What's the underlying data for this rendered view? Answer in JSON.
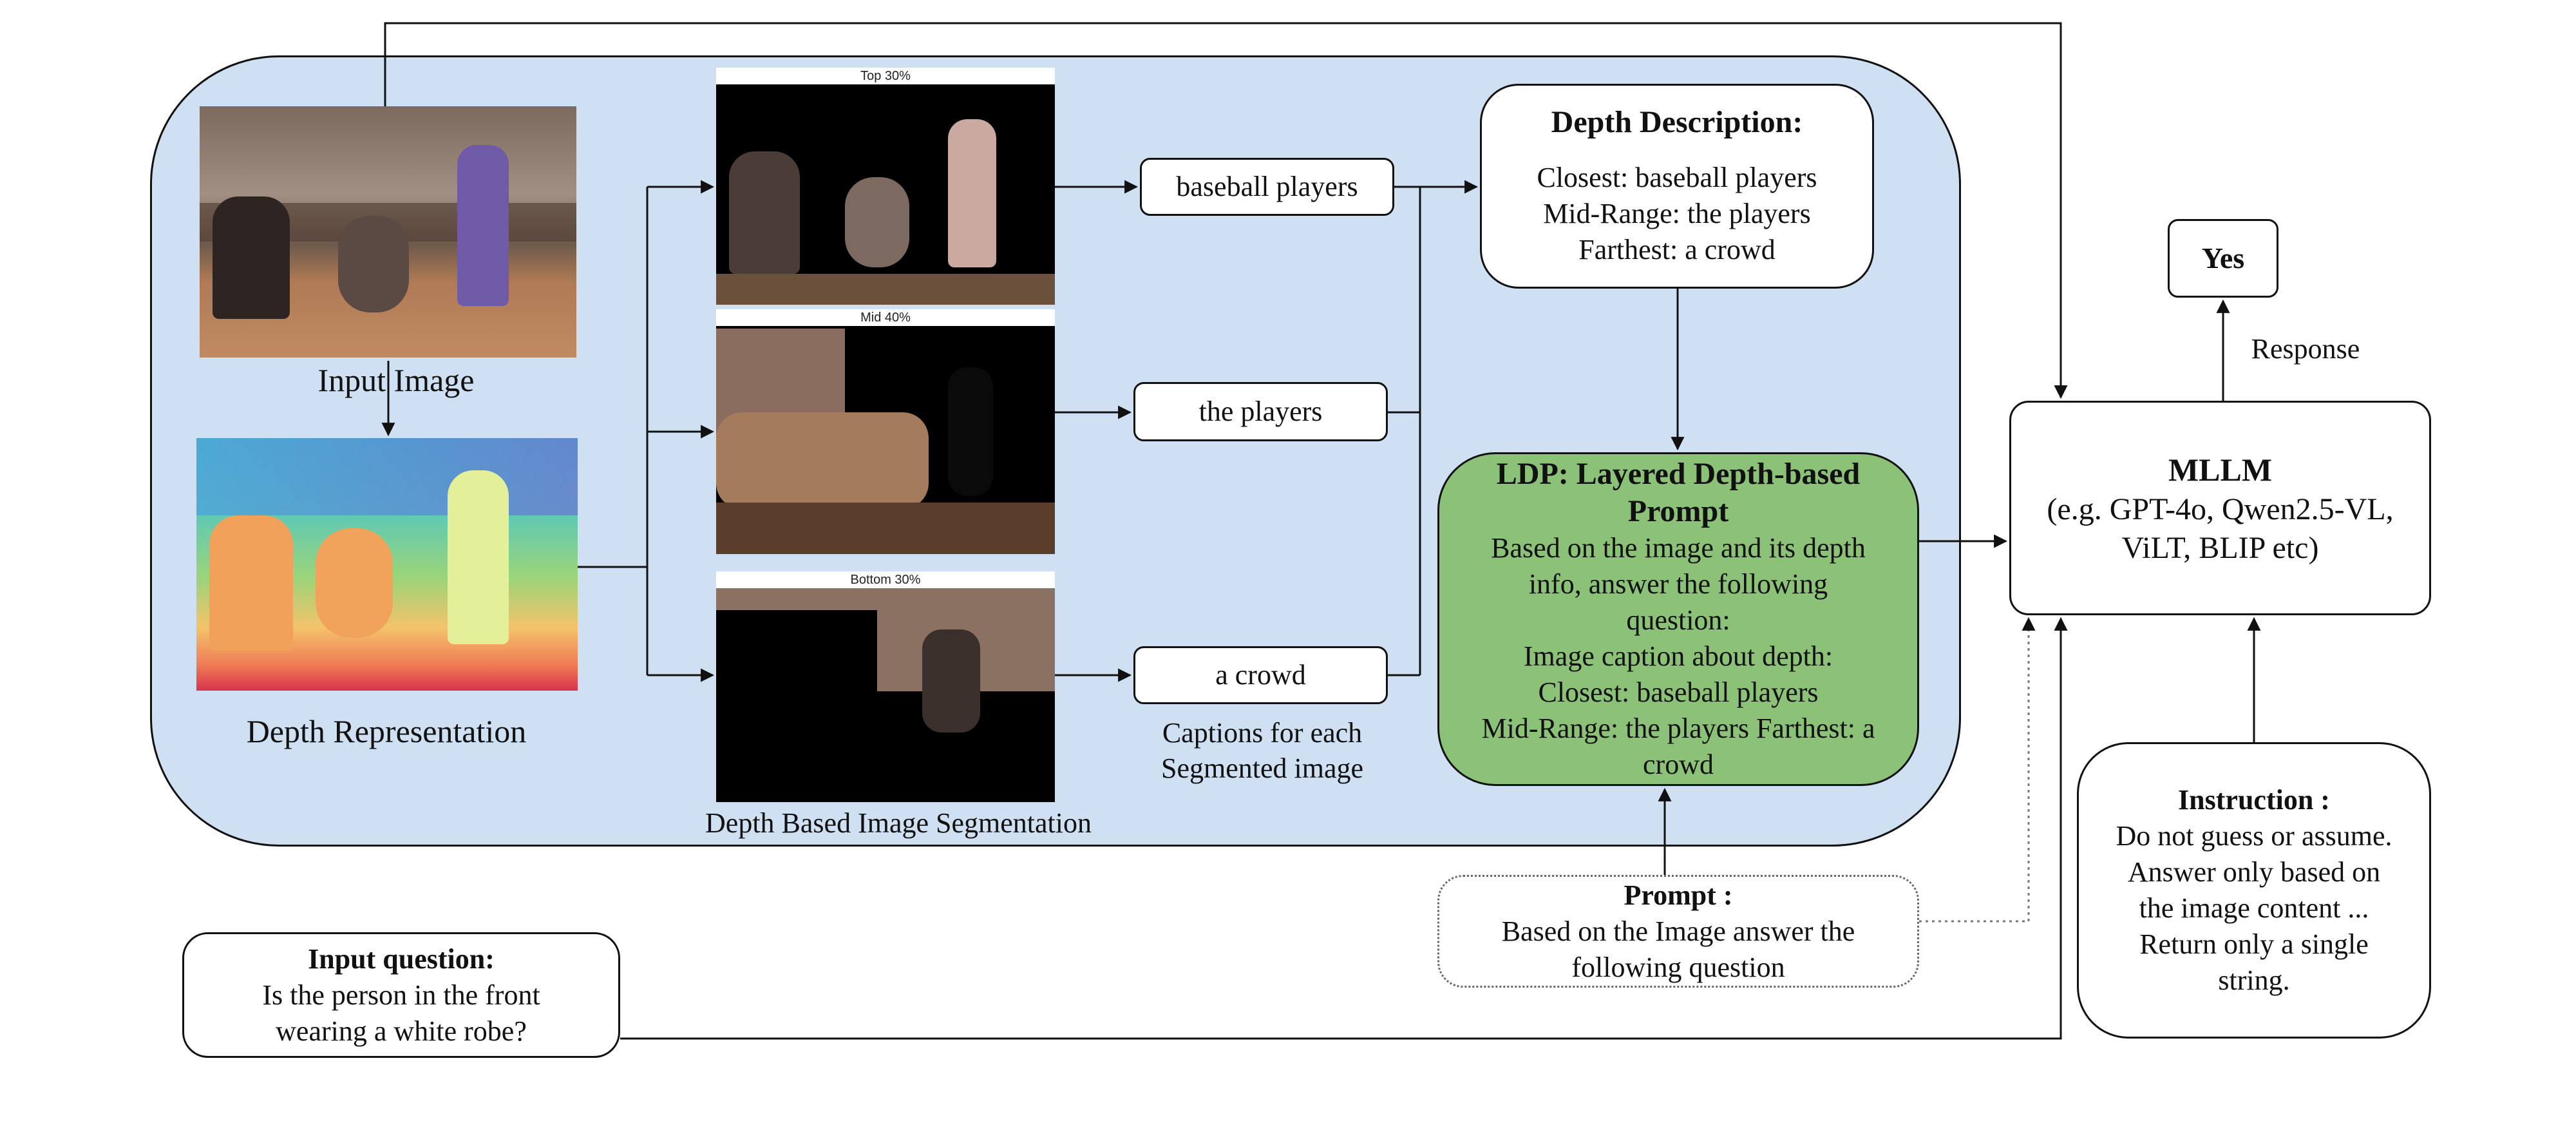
{
  "input_image": {
    "label": "Input Image"
  },
  "depth_representation": {
    "label": "Depth Representation"
  },
  "segmentation": {
    "top_header": "Top 30%",
    "mid_header": "Mid 40%",
    "bottom_header": "Bottom 30%",
    "label": "Depth Based Image Segmentation"
  },
  "captions": {
    "top": "baseball players",
    "mid": "the players",
    "bottom": "a crowd",
    "label_line1": "Captions for each",
    "label_line2": "Segmented image"
  },
  "depth_description": {
    "title": "Depth Description:",
    "line1": "Closest: baseball players",
    "line2": "Mid-Range: the players",
    "line3": "Farthest: a crowd"
  },
  "ldp": {
    "title_line1": "LDP: Layered Depth-based",
    "title_line2": "Prompt",
    "line1": "Based on the image and its depth",
    "line2": "info, answer the following",
    "line3": "question:",
    "line4": "Image caption about depth:",
    "line5": "Closest: baseball players",
    "line6": "Mid-Range: the players Farthest: a",
    "line7": "crowd"
  },
  "prompt": {
    "title": "Prompt :",
    "line1": "Based on the Image answer the",
    "line2": "following question"
  },
  "input_question": {
    "title": "Input question:",
    "line1": "Is the person in the front",
    "line2": "wearing a white robe?"
  },
  "mllm": {
    "title": "MLLM",
    "line1": "(e.g. GPT-4o, Qwen2.5-VL,",
    "line2": "ViLT, BLIP etc)"
  },
  "response": {
    "label": "Response",
    "answer": "Yes"
  },
  "instruction": {
    "title": "Instruction :",
    "line1": "Do not guess or assume.",
    "line2": "Answer only based on",
    "line3": "the image content  ...",
    "line4": "Return only a single",
    "line5": "string."
  },
  "colors": {
    "panel": "#cfe0f2",
    "ldp_fill": "#8cc178",
    "line": "#111111"
  }
}
